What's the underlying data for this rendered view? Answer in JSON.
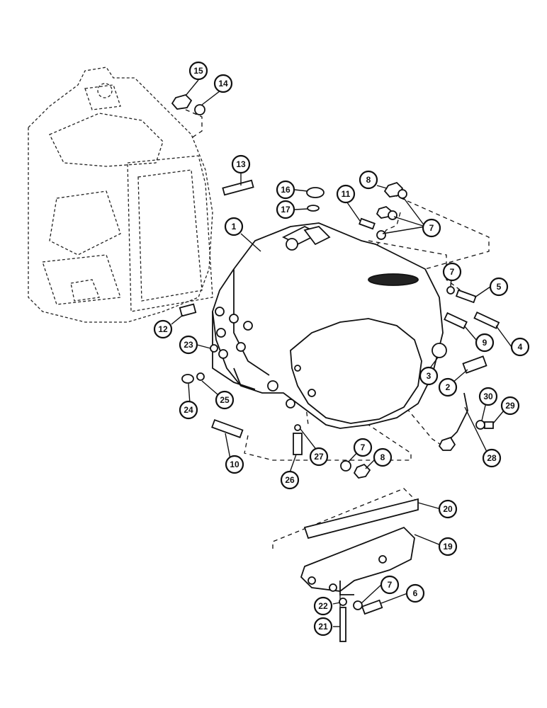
{
  "diagram": {
    "accent_color": "#111111",
    "callouts": [
      {
        "id": "1",
        "label": "1"
      },
      {
        "id": "2",
        "label": "2"
      },
      {
        "id": "3",
        "label": "3"
      },
      {
        "id": "4",
        "label": "4"
      },
      {
        "id": "5",
        "label": "5"
      },
      {
        "id": "6",
        "label": "6"
      },
      {
        "id": "7a",
        "label": "7"
      },
      {
        "id": "7b",
        "label": "7"
      },
      {
        "id": "7c",
        "label": "7"
      },
      {
        "id": "7d",
        "label": "7"
      },
      {
        "id": "8a",
        "label": "8"
      },
      {
        "id": "8b",
        "label": "8"
      },
      {
        "id": "9",
        "label": "9"
      },
      {
        "id": "10",
        "label": "10"
      },
      {
        "id": "11",
        "label": "11"
      },
      {
        "id": "12",
        "label": "12"
      },
      {
        "id": "13",
        "label": "13"
      },
      {
        "id": "14",
        "label": "14"
      },
      {
        "id": "15",
        "label": "15"
      },
      {
        "id": "16",
        "label": "16"
      },
      {
        "id": "17",
        "label": "17"
      },
      {
        "id": "19",
        "label": "19"
      },
      {
        "id": "20",
        "label": "20"
      },
      {
        "id": "21",
        "label": "21"
      },
      {
        "id": "22",
        "label": "22"
      },
      {
        "id": "23",
        "label": "23"
      },
      {
        "id": "24",
        "label": "24"
      },
      {
        "id": "25",
        "label": "25"
      },
      {
        "id": "26",
        "label": "26"
      },
      {
        "id": "27",
        "label": "27"
      },
      {
        "id": "28",
        "label": "28"
      },
      {
        "id": "29",
        "label": "29"
      },
      {
        "id": "30",
        "label": "30"
      }
    ]
  }
}
